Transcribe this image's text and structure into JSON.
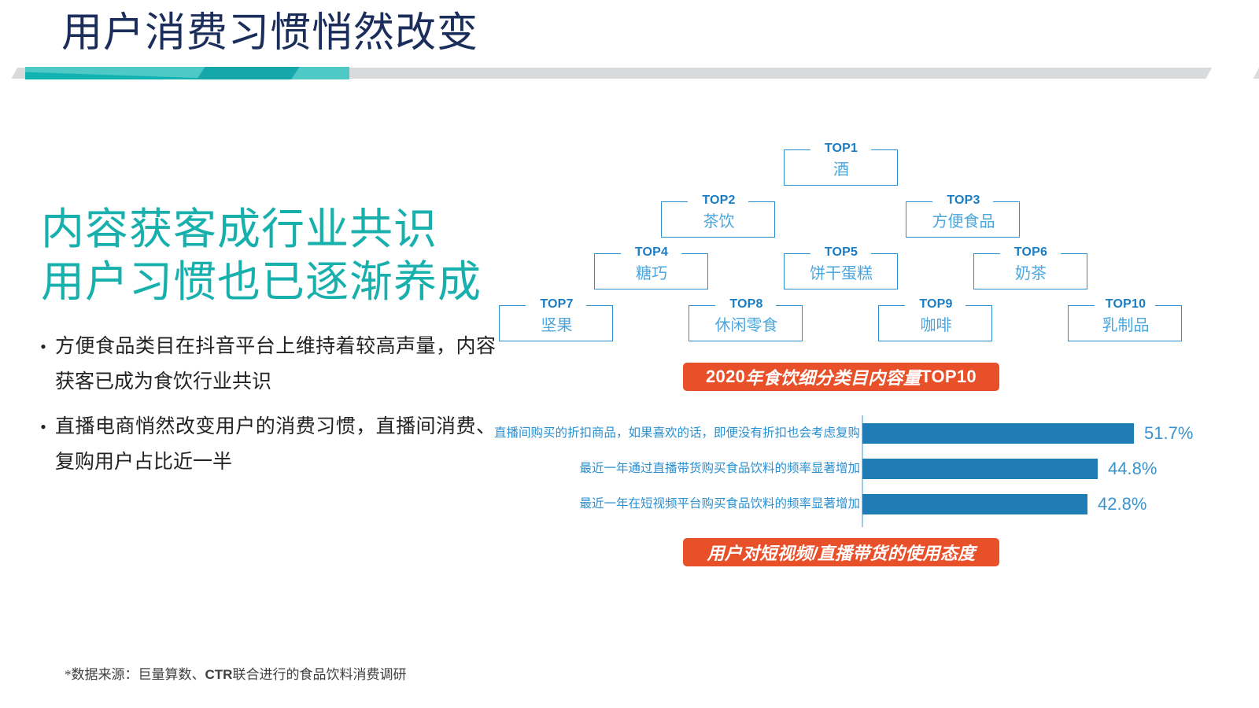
{
  "header": {
    "title": "用户消费习惯悄然改变",
    "divider": {
      "teal_color": "#12b2b2",
      "gray_color": "#d9dadb"
    },
    "title_color": "#1b2d5b"
  },
  "left": {
    "headline_line1": "内容获客成行业共识",
    "headline_line2": "用户习惯也已逐渐养成",
    "headline_color": "#18b0ad",
    "bullet_marker": "•",
    "bullets": [
      "方便食品类目在抖音平台上维持着较高声量，内容获客已成为食饮行业共识",
      "直播电商悄然改变用户的消费习惯，直播间消费、复购用户占比近一半"
    ]
  },
  "pyramid": {
    "accent_color": "#2a8fd0",
    "rows": [
      [
        {
          "rank": "TOP1",
          "name": "酒"
        }
      ],
      [
        {
          "rank": "TOP2",
          "name": "茶饮"
        },
        {
          "rank": "TOP3",
          "name": "方便食品"
        }
      ],
      [
        {
          "rank": "TOP4",
          "name": "糖巧"
        },
        {
          "rank": "TOP5",
          "name": "饼干蛋糕"
        },
        {
          "rank": "TOP6",
          "name": "奶茶"
        }
      ],
      [
        {
          "rank": "TOP7",
          "name": "坚果"
        },
        {
          "rank": "TOP8",
          "name": "休闲零食"
        },
        {
          "rank": "TOP9",
          "name": "咖啡"
        },
        {
          "rank": "TOP10",
          "name": "乳制品"
        }
      ]
    ]
  },
  "banners": {
    "top_prefix": "2020",
    "top_middle": "年食饮细分类目内容量",
    "top_suffix": "TOP10",
    "bottom": "用户对短视频/直播带货的使用态度",
    "color": "#e8502a"
  },
  "chart_data": {
    "type": "bar",
    "orientation": "horizontal",
    "title": "用户对短视频/直播带货的使用态度",
    "xlabel": "",
    "ylabel": "",
    "grid": false,
    "legend": "none",
    "xlim": [
      0,
      60
    ],
    "bar_color": "#1f7cb4",
    "label_color": "#2a8fd0",
    "categories": [
      "直播间购买的折扣商品，如果喜欢的话，即便没有折扣也会考虑复购",
      "最近一年通过直播带货购买食品饮料的频率显著增加",
      "最近一年在短视频平台购买食品饮料的频率显著增加"
    ],
    "values": [
      51.7,
      44.8,
      42.8
    ],
    "value_labels": [
      "51.7%",
      "44.8%",
      "42.8%"
    ]
  },
  "footnote": {
    "prefix": "*数据来源：巨量算数、",
    "brand": "CTR",
    "suffix": "联合进行的食品饮料消费调研"
  }
}
